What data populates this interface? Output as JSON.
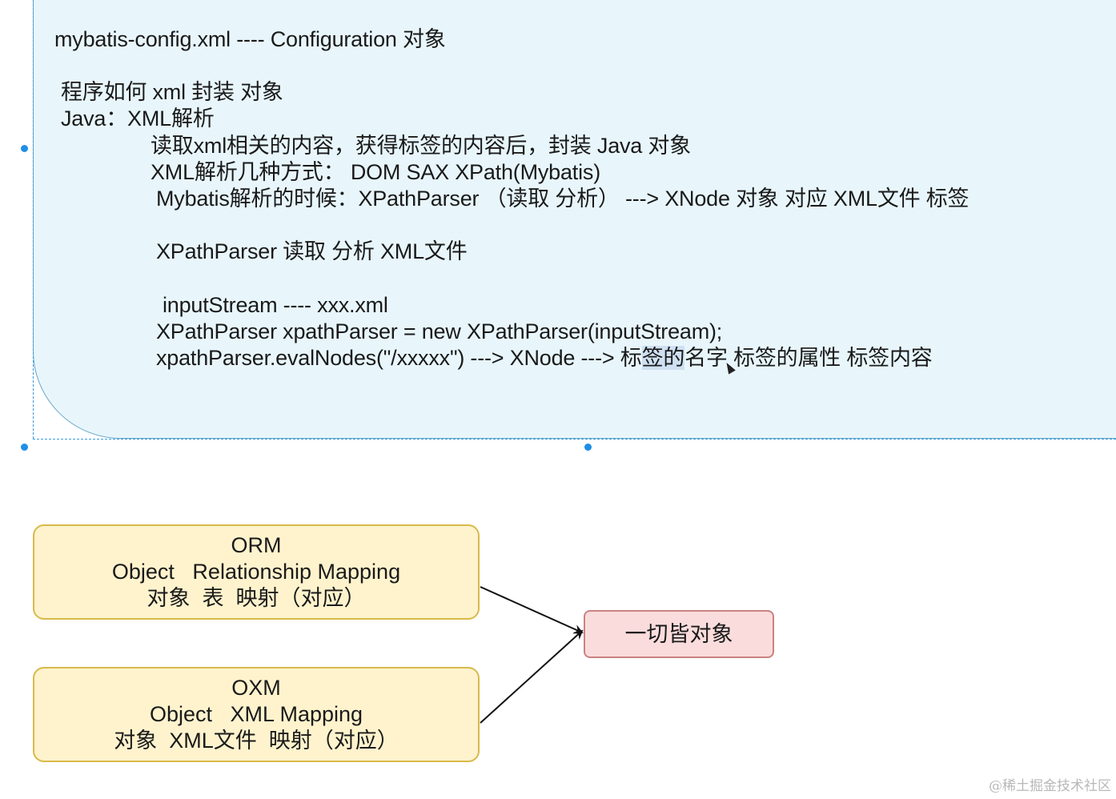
{
  "note": {
    "lines": [
      "mybatis-config.xml  ---- Configuration 对象",
      "程序如何 xml 封装 对象",
      "Java：XML解析",
      "读取xml相关的内容，获得标签的内容后，封装 Java 对象",
      "XML解析几种方式：  DOM   SAX XPath(Mybatis)",
      "Mybatis解析的时候：XPathParser  （读取 分析）  ---> XNode 对象 对应 XML文件 标签",
      "XPathParser 读取 分析 XML文件",
      "inputStream ---- xxx.xml",
      "XPathParser xpathParser = new XPathParser(inputStream);"
    ],
    "last_line": {
      "before": "xpathParser.evalNodes(\"/xxxxx\") ---> XNode ---> 标",
      "highlight": "签的",
      "after": "名字  标签的属性 标签内容"
    }
  },
  "diagram": {
    "orm": {
      "title": "ORM",
      "line2": "Object   Relationship Mapping",
      "line3": "对象  表  映射（对应）"
    },
    "oxm": {
      "title": "OXM",
      "line2": "Object   XML Mapping",
      "line3": "对象  XML文件  映射（对应）"
    },
    "target": {
      "label": "一切皆对象"
    }
  },
  "colors": {
    "note_bg": "#e8f6fc",
    "note_border": "#6aa7c8",
    "box_yellow": "#fff3cd",
    "box_pink": "#fbdcdc",
    "selection": "#1e8fe6"
  },
  "watermark": "@稀土掘金技术社区"
}
